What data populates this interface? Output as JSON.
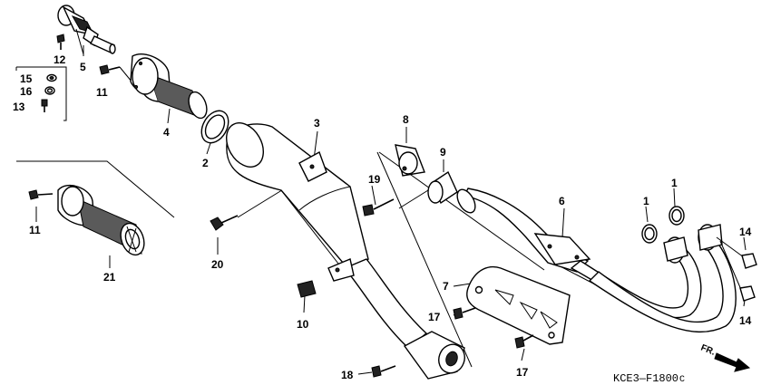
{
  "callouts": {
    "c1a": "1",
    "c1b": "1",
    "c2": "2",
    "c3": "3",
    "c4": "4",
    "c5": "5",
    "c6": "6",
    "c7": "7",
    "c8": "8",
    "c9": "9",
    "c10": "10",
    "c11a": "11",
    "c11b": "11",
    "c12": "12",
    "c13": "13",
    "c14a": "14",
    "c14b": "14",
    "c15": "15",
    "c16": "16",
    "c17a": "17",
    "c17b": "17",
    "c18": "18",
    "c19": "19",
    "c20": "20",
    "c21": "21"
  },
  "diagram_code": "KCE3—F1800",
  "diagram_code_suffix": "C",
  "direction_label": "FR.",
  "icons": {
    "direction": "arrow-right-down-icon"
  }
}
